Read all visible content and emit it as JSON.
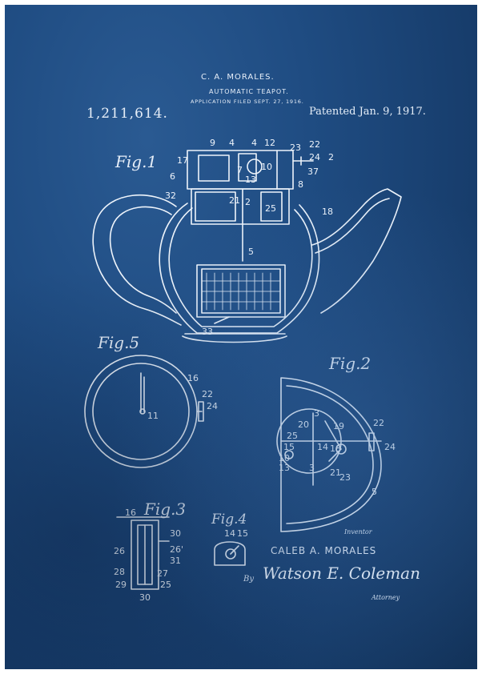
{
  "header": {
    "inventor": "C. A. MORALES.",
    "title": "AUTOMATIC TEAPOT.",
    "filed": "APPLICATION FILED SEPT. 27, 1916.",
    "patent_number": "1,211,614.",
    "patent_date": "Patented Jan. 9, 1917."
  },
  "figures": {
    "fig1": "Fig.1",
    "fig2": "Fig.2",
    "fig3": "Fig.3",
    "fig4": "Fig.4",
    "fig5": "Fig.5"
  },
  "fig1_refs": [
    "9",
    "4",
    "4",
    "12",
    "23",
    "22",
    "24",
    "2",
    "17",
    "6",
    "7",
    "13",
    "10",
    "37",
    "8",
    "21",
    "2",
    "25",
    "18",
    "5",
    "33",
    "32"
  ],
  "fig5_refs": [
    "16",
    "22",
    "24",
    "11"
  ],
  "fig2_refs": [
    "3",
    "20",
    "19",
    "22",
    "25",
    "15",
    "14",
    "18",
    "24",
    "10",
    "13",
    "3",
    "21",
    "23",
    "5"
  ],
  "fig3_refs": [
    "16",
    "30",
    "26",
    "26'",
    "31",
    "28",
    "27",
    "29",
    "25",
    "30"
  ],
  "fig4_refs": [
    "14",
    "15"
  ],
  "footer": {
    "inventor_label": "Inventor",
    "inventor_name": "CALEB A. MORALES",
    "by": "By",
    "attorney_signature": "Watson E. Coleman",
    "attorney_label": "Attorney"
  },
  "colors": {
    "background": "#1f4c82",
    "line": "#eef4fb"
  }
}
